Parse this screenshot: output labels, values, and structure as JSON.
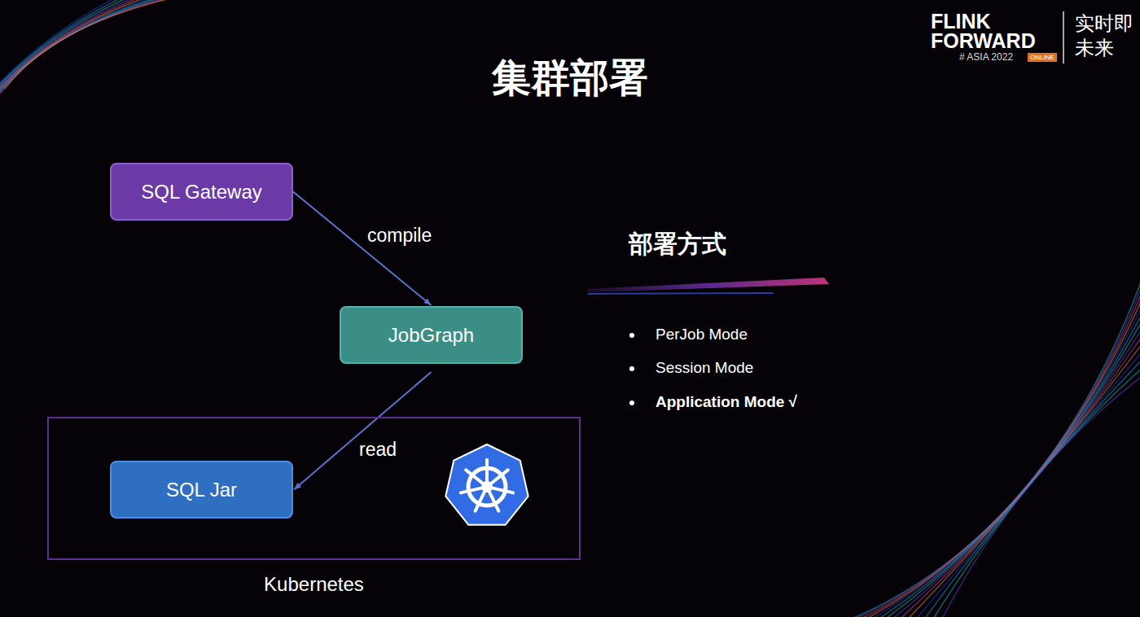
{
  "diagram": {
    "title": "集群部署",
    "nodes": [
      {
        "text": [
          "SQL Gateway"
        ]
      },
      {
        "text": [
          "JobGraph"
        ]
      },
      {
        "text": [
          "Kubernetes"
        ]
      },
      {
        "text": [
          "SQL Jar"
        ],
        "in": 2
      }
    ],
    "edges": [
      {
        "from": 0,
        "to": 1,
        "label": "compile",
        "arrow": "to"
      },
      {
        "from": 1,
        "to": 3,
        "label": "read",
        "arrow": "to"
      }
    ],
    "labels": [
      "部署方式",
      "PerJob Mode",
      "Session Mode",
      "Application Mode √",
      "FLINK FORWARD",
      "# ASIA 2022",
      "ONLINE",
      "实时即未来"
    ]
  }
}
